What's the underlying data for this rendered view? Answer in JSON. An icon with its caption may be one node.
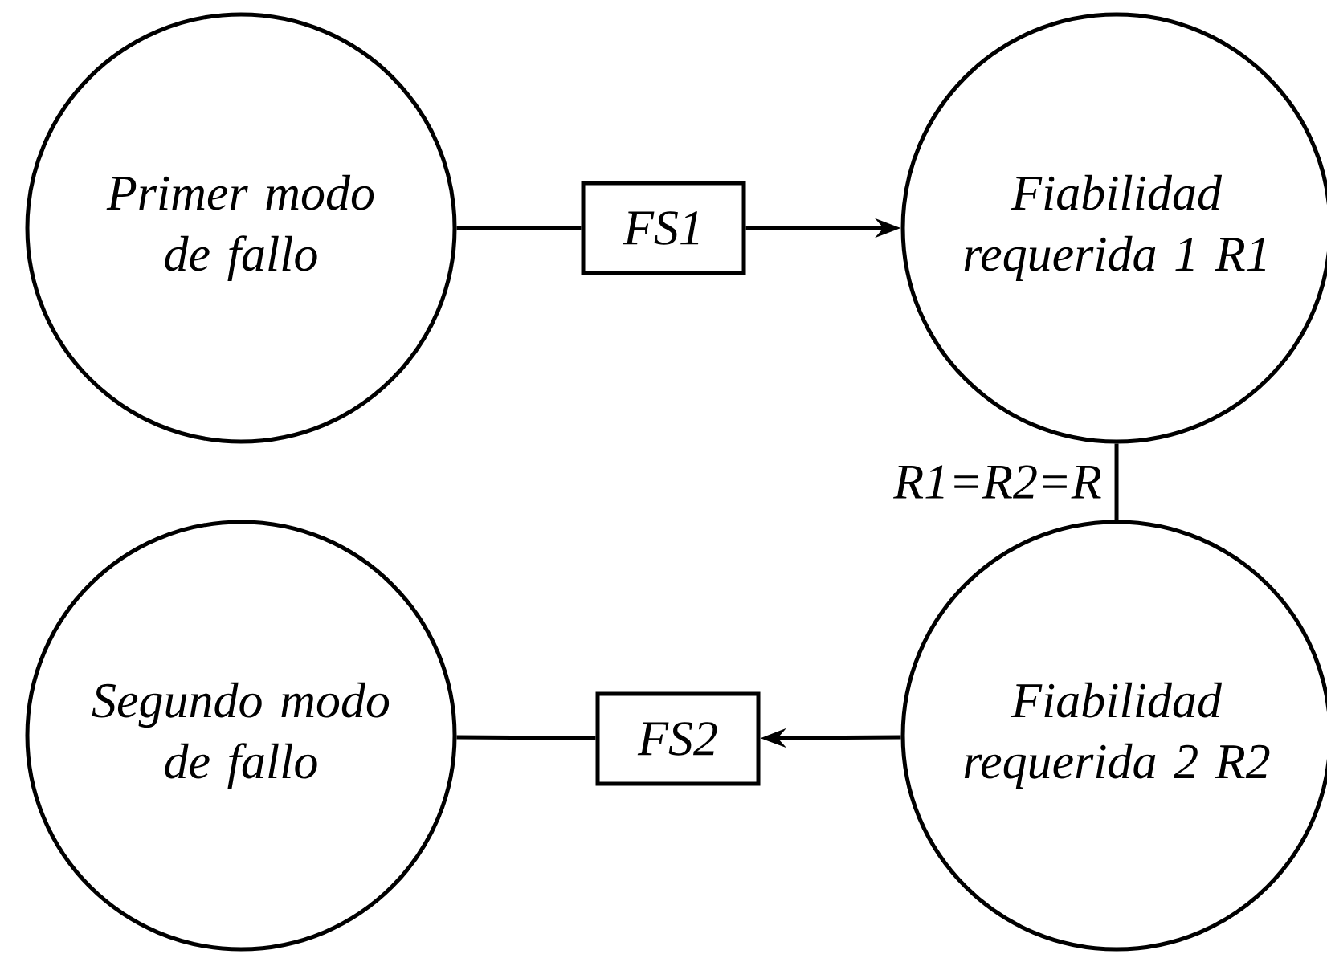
{
  "diagram": {
    "nodes": [
      {
        "text": [
          "Primer modo de fallo"
        ]
      },
      {
        "text": [
          "FS1"
        ]
      },
      {
        "text": [
          "Fiabilidad requerida 1 R1"
        ]
      },
      {
        "text": [
          "Fiabilidad requerida 2 R2"
        ]
      },
      {
        "text": [
          "FS2"
        ]
      },
      {
        "text": [
          "Segundo modo de fallo"
        ]
      }
    ],
    "edges": [
      {
        "from": 0,
        "to": 1,
        "arrow": "none"
      },
      {
        "from": 1,
        "to": 2,
        "arrow": "to"
      },
      {
        "from": 2,
        "to": 3,
        "arrow": "none",
        "label": "R1=R2=R"
      },
      {
        "from": 3,
        "to": 4,
        "arrow": "to"
      },
      {
        "from": 4,
        "to": 5,
        "arrow": "none"
      }
    ]
  }
}
